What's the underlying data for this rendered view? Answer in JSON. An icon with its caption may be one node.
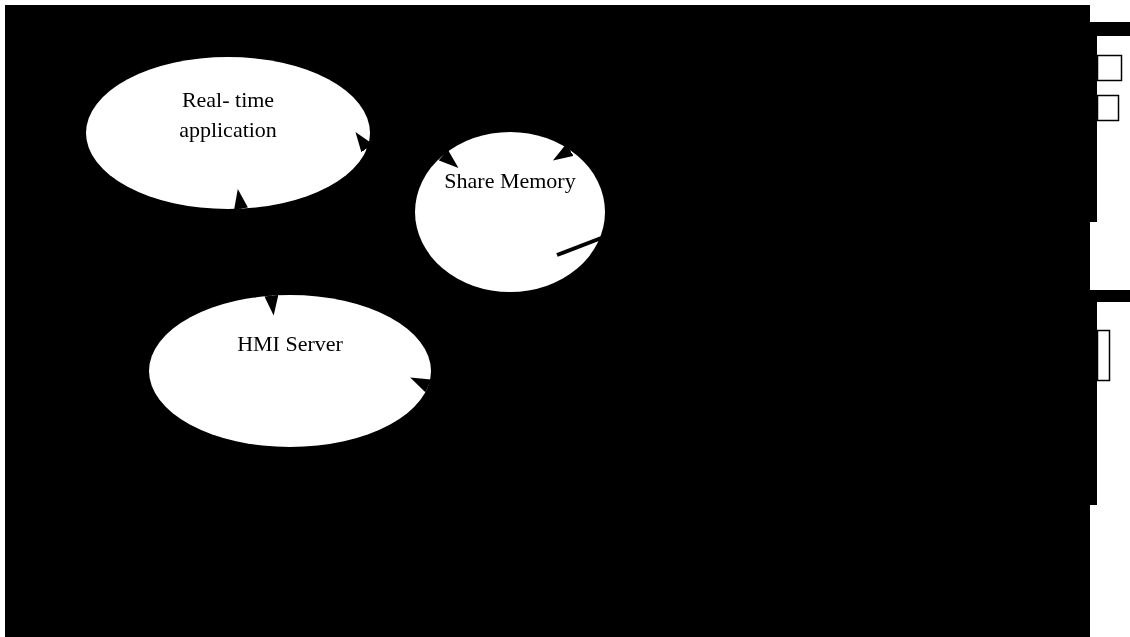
{
  "diagram": {
    "nodes": [
      {
        "text": [
          "Real- time application"
        ]
      },
      {
        "text": [
          "Share Memory"
        ]
      },
      {
        "text": [
          "HMI Server"
        ]
      }
    ],
    "edges": [
      {
        "from": 2,
        "to": 0,
        "arrow": "to"
      },
      {
        "from": 0,
        "to": 2,
        "arrow": "to"
      },
      {
        "from": null,
        "to": 0,
        "arrow": "to"
      },
      {
        "from": null,
        "to": 1,
        "arrow": "to"
      },
      {
        "from": null,
        "to": 1,
        "arrow": "to"
      },
      {
        "from": 1,
        "to": null,
        "arrow": "none",
        "style": "thick"
      },
      {
        "from": null,
        "to": 2,
        "arrow": "to"
      }
    ]
  }
}
